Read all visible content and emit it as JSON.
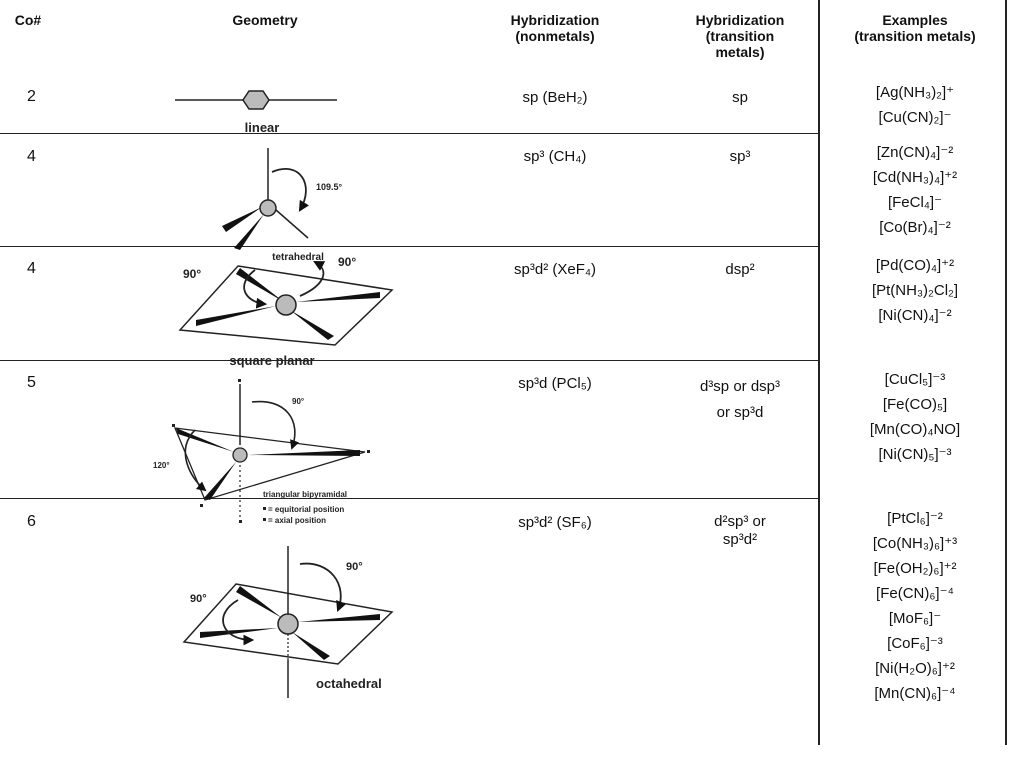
{
  "headers": {
    "co": "Co#",
    "geometry": "Geometry",
    "hyb_nonmetals": [
      "Hybridization",
      "(nonmetals)"
    ],
    "hyb_tm": [
      "Hybridization",
      "(transition",
      "metals)"
    ],
    "examples": [
      "Examples",
      "(transition metals)"
    ]
  },
  "rows": [
    {
      "co": "2",
      "geometry": "linear",
      "hyb_nonmetal": "sp (BeH₂)",
      "hyb_tm": [
        "sp"
      ],
      "examples": [
        "[Ag(NH₃)₂]⁺",
        "[Cu(CN)₂]⁻"
      ]
    },
    {
      "co": "4",
      "geometry": "tetrahedral",
      "angle": "109.5°",
      "hyb_nonmetal": "sp³ (CH₄)",
      "hyb_tm": [
        "sp³"
      ],
      "examples": [
        "[Zn(CN)₄]⁻²",
        "[Cd(NH₃)₄]⁺²",
        "[FeCl₄]⁻",
        "[Co(Br)₄]⁻²"
      ]
    },
    {
      "co": "4",
      "geometry": "square planar",
      "angles": [
        "90°",
        "90°"
      ],
      "hyb_nonmetal": "sp³d² (XeF₄)",
      "hyb_tm": [
        "dsp²"
      ],
      "examples": [
        "[Pd(CO)₄]⁺²",
        "[Pt(NH₃)₂Cl₂]",
        "[Ni(CN)₄]⁻²"
      ]
    },
    {
      "co": "5",
      "geometry": "triangular bipyramidal",
      "angles": [
        "90°",
        "120°"
      ],
      "legend": [
        "= equitorial position",
        "= axial position"
      ],
      "hyb_nonmetal": "sp³d (PCl₅)",
      "hyb_tm": [
        "d³sp or dsp³",
        "or sp³d"
      ],
      "examples": [
        "[CuCl₅]⁻³",
        "[Fe(CO)₅]",
        "[Mn(CO)₄NO]",
        "[Ni(CN)₅]⁻³"
      ]
    },
    {
      "co": "6",
      "geometry": "octahedral",
      "angles": [
        "90°",
        "90°"
      ],
      "hyb_nonmetal": "sp³d² (SF₆)",
      "hyb_tm": [
        "d²sp³ or",
        "sp³d²"
      ],
      "examples": [
        "[PtCl₆]⁻²",
        "[Co(NH₃)₆]⁺³",
        "[Fe(OH₂)₆]⁺²",
        "[Fe(CN)₆]⁻⁴",
        "[MoF₆]⁻",
        "[CoF₆]⁻³",
        "[Ni(H₂O)₆]⁺²",
        "[Mn(CN)₆]⁻⁴"
      ]
    }
  ]
}
